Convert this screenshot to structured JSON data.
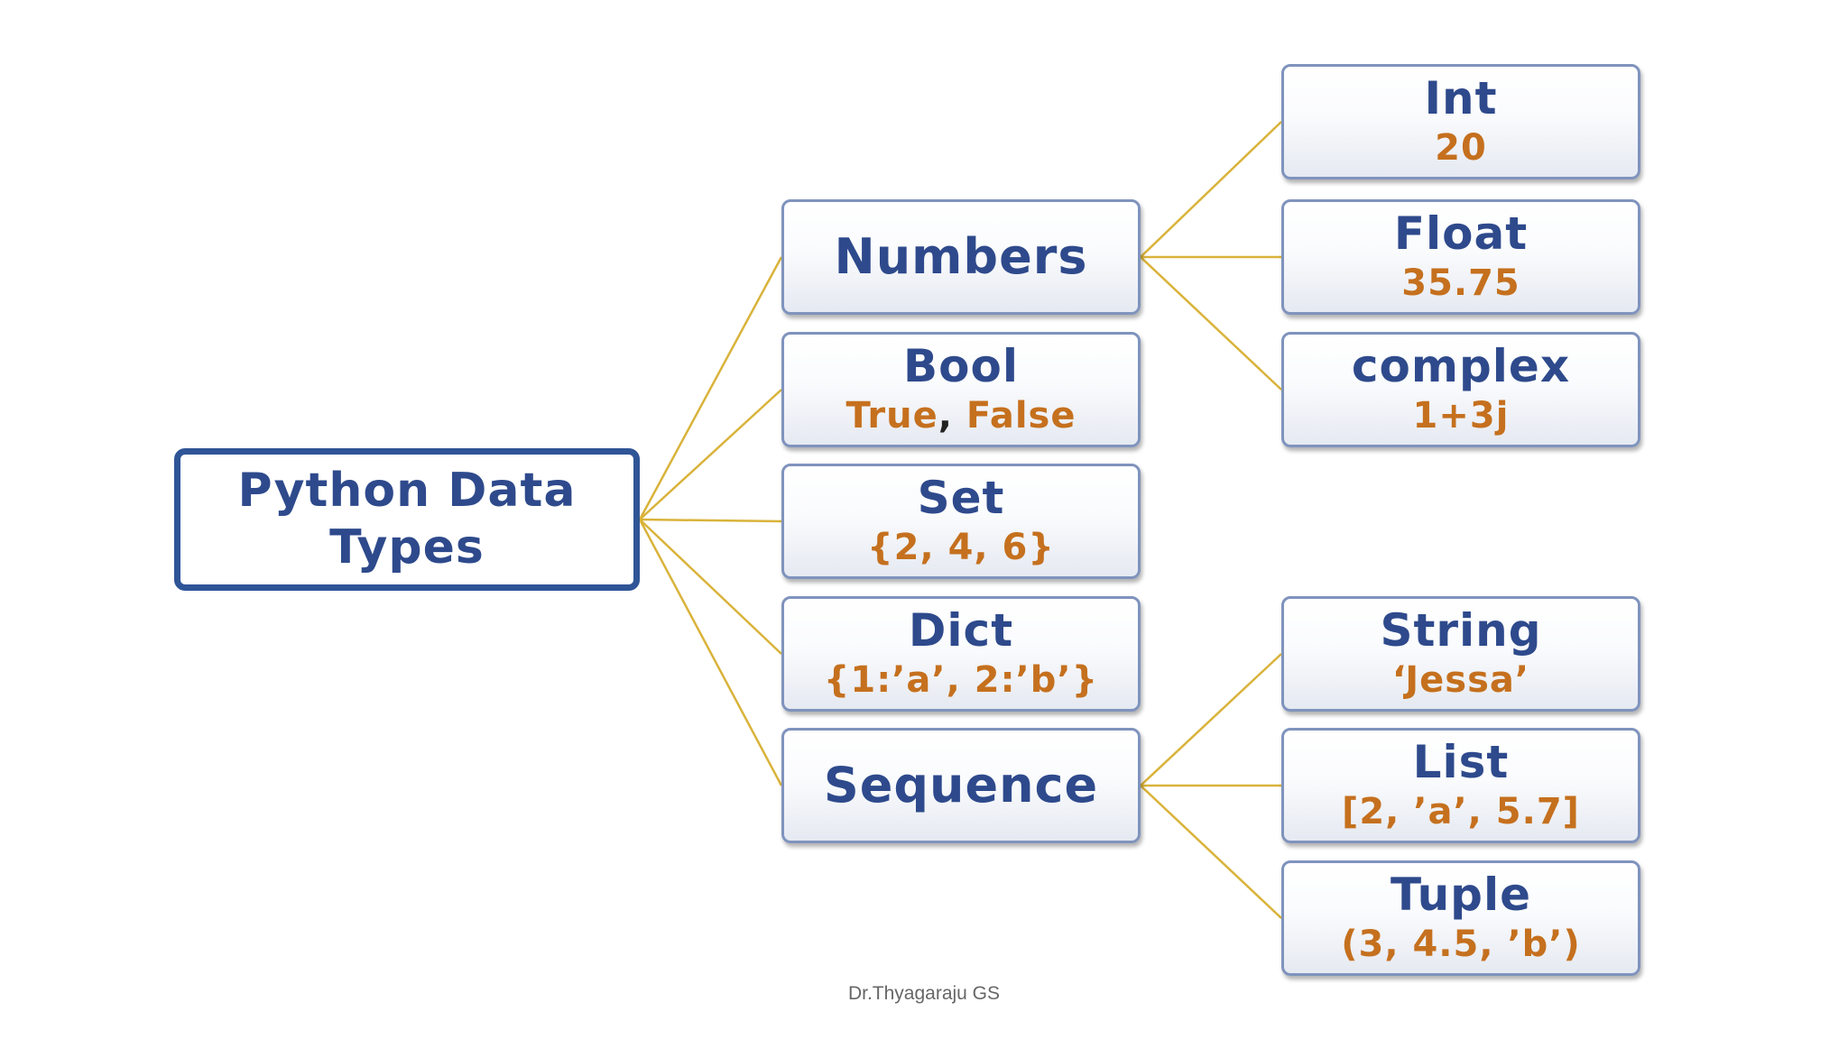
{
  "diagram": {
    "root": {
      "label": "Python Data Types"
    },
    "numbers": {
      "label": "Numbers"
    },
    "bool": {
      "label": "Bool",
      "value_true": "True",
      "value_sep": ",",
      "value_false": "False"
    },
    "set": {
      "label": "Set",
      "value": "{2, 4, 6}"
    },
    "dict": {
      "label": "Dict",
      "value": "{1:’a’, 2:’b’}"
    },
    "sequence": {
      "label": "Sequence"
    },
    "int": {
      "label": "Int",
      "value": "20"
    },
    "float": {
      "label": "Float",
      "value": "35.75"
    },
    "complex": {
      "label": "complex",
      "value": "1+3j"
    },
    "string": {
      "label": "String",
      "value": "‘Jessa’"
    },
    "list": {
      "label": "List",
      "value": "[2, ’a’, 5.7]"
    },
    "tuple": {
      "label": "Tuple",
      "value": "(3, 4.5, ’b’)"
    }
  },
  "edges": [
    [
      "root",
      "numbers"
    ],
    [
      "root",
      "bool"
    ],
    [
      "root",
      "set"
    ],
    [
      "root",
      "dict"
    ],
    [
      "root",
      "sequence"
    ],
    [
      "numbers",
      "int"
    ],
    [
      "numbers",
      "float"
    ],
    [
      "numbers",
      "complex"
    ],
    [
      "sequence",
      "string"
    ],
    [
      "sequence",
      "list"
    ],
    [
      "sequence",
      "tuple"
    ]
  ],
  "colors": {
    "link": "#d9b33a",
    "root_border": "#2f5597",
    "label": "#2e4a8c",
    "value": "#c5701e"
  },
  "footer": {
    "author": "Dr.Thyagaraju GS"
  }
}
